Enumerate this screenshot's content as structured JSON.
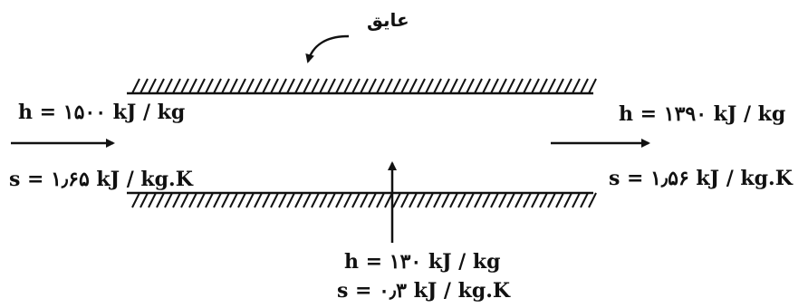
{
  "insulation_label": "عایق",
  "inlet": {
    "enthalpy": "h = ۱۵۰۰ kJ / kg",
    "entropy": "s = ۱٫۶۵ kJ / kg.K"
  },
  "outlet": {
    "enthalpy": "h = ۱۳۹۰ kJ / kg",
    "entropy": "s = ۱٫۵۶ kJ / kg.K"
  },
  "side_stream": {
    "enthalpy": "h = ۱۳۰ kJ / kg",
    "entropy": "s = ۰٫۳ kJ / kg.K"
  },
  "colors": {
    "ink": "#111111",
    "background": "#ffffff"
  }
}
